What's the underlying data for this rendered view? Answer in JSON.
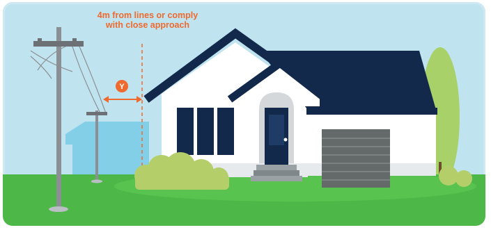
{
  "callout": {
    "line1": "4m from lines or comply",
    "line2": "with close approach"
  },
  "badge": {
    "letter": "Y"
  },
  "colors": {
    "sky": "#bfe3ef",
    "grass": "#4db848",
    "lawn": "#58c44f",
    "roof": "#13294b",
    "wall": "#ffffff",
    "accent": "#ee6a2f",
    "pole": "#8c8f93",
    "neighbour_house": "#84cfe8",
    "garage_door": "#646a6a",
    "shrub": "#b4cf6a",
    "tree": "#a9d16a"
  }
}
